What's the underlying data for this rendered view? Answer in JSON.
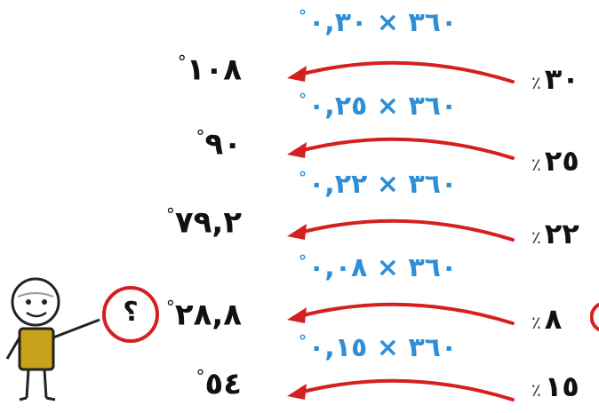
{
  "rows": [
    {
      "formula": "٣٦٠ × ٠,٣٠",
      "result": "١٠٨",
      "percent": "٣٠"
    },
    {
      "formula": "٣٦٠ × ٠,٢٥",
      "result": "٩٠",
      "percent": "٢٥"
    },
    {
      "formula": "٣٦٠ × ٠,٢٢",
      "result": "٧٩,٢",
      "percent": "٢٢"
    },
    {
      "formula": "٣٦٠ × ٠,٠٨",
      "result": "٢٨,٨",
      "percent": "٨"
    },
    {
      "formula": "٣٦٠ × ٠,١٥",
      "result": "٥٤",
      "percent": "١٥"
    }
  ],
  "badge": {
    "label": "؟"
  },
  "symbols": {
    "degree": "°",
    "percent": "٪"
  },
  "colors": {
    "arrow": "#d42020",
    "formula": "#2f8fd6",
    "badge_ring": "#d42020",
    "shirt": "#c8a21a"
  }
}
